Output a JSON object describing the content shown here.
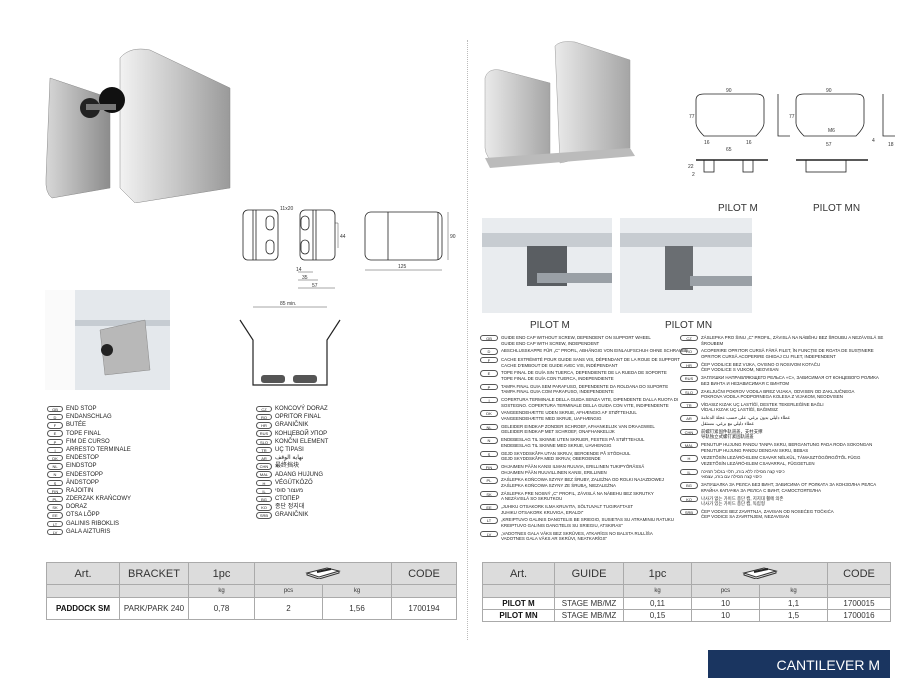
{
  "left": {
    "drawing_dims": {
      "slot": "11x20",
      "height_a": "44",
      "d14": "14",
      "d35": "35",
      "d57": "57",
      "width": "125",
      "height": "90",
      "min": "85 min."
    },
    "names": [
      [
        "GB",
        "END STOP"
      ],
      [
        "D",
        "ENDANSCHLAG"
      ],
      [
        "F",
        "BUTÉE"
      ],
      [
        "E",
        "TOPE FINAL"
      ],
      [
        "P",
        "FIM DE CURSO"
      ],
      [
        "I",
        "ARRESTO TERMINALE"
      ],
      [
        "DK",
        "ENDESTOP"
      ],
      [
        "NL",
        "EINDSTOP"
      ],
      [
        "N",
        "ENDESTOPP"
      ],
      [
        "S",
        "ÄNDSTOPP"
      ],
      [
        "FIN",
        "RAJOITIN"
      ],
      [
        "PL",
        "ZDERZAK KRAŃCOWY"
      ],
      [
        "SK",
        "DORAZ"
      ],
      [
        "EE",
        "OTSA LÕPP"
      ],
      [
        "LT",
        "GALINIS RIBOKLIS"
      ],
      [
        "LV",
        "GALA AIZTURIS"
      ]
    ],
    "names2": [
      [
        "CZ",
        "KONCOVÝ DORAZ"
      ],
      [
        "RO",
        "OPRITOR FINAL"
      ],
      [
        "HR",
        "GRANIČNIK"
      ],
      [
        "RUS",
        "КОНЦЕВОЙ УПОР"
      ],
      [
        "SLO",
        "KONČNI ELEMENT"
      ],
      [
        "TR",
        "UÇ TIPASI"
      ],
      [
        "AR",
        "نهاية الوقف"
      ],
      [
        "CHN",
        "最终挡块"
      ],
      [
        "MAL",
        "ADANG HUJUNG"
      ],
      [
        "H",
        "VÉGÜTKÖZŐ"
      ],
      [
        "IL",
        "מעצור סופי"
      ],
      [
        "BG",
        "СТОПЕР"
      ],
      [
        "KO",
        "종단 정지대"
      ],
      [
        "SRB",
        "GRANIČNIK"
      ]
    ],
    "table": {
      "headers": [
        "Art.",
        "BRACKET",
        "1pc",
        "",
        "CODE"
      ],
      "units": [
        "",
        "",
        "kg",
        "pcs",
        "kg",
        ""
      ],
      "rows": [
        [
          "PADDOCK SM",
          "PARK/PARK 240",
          "0,78",
          "2",
          "1,56",
          "1700194"
        ]
      ]
    }
  },
  "right": {
    "photo_labels": [
      "PILOT M",
      "PILOT MN"
    ],
    "drawing_labels": [
      "PILOT M",
      "PILOT MN"
    ],
    "drawing_dims": {
      "w": "90",
      "h": "77",
      "a": "16",
      "b": "16",
      "c": "65",
      "d": "22",
      "e": "2",
      "m6": "M6",
      "f": "57",
      "g": "18",
      "h2": "4"
    },
    "desc1": [
      [
        "GB",
        "GUIDE END CAP WITHOUT SCREW, DEPENDENT ON SUPPORT WHEEL",
        "GUIDE END CAP WITH SCREW, INDEPENDENT"
      ],
      [
        "D",
        "ABSCHLUSSKAPPE FÜR „C\" PROFIL, ABHÄNGIG VON EINLAUFSCHUH OHNE SCHRAUBE",
        ""
      ],
      [
        "F",
        "CACHE EXTRÉMITÉ POUR GUIDE SANS VIS, DÉPENDANT DE LA ROUE DE SUPPORT",
        "CACHE D'EMBOUT DE GUIDE AVEC VIS, INDÉPENDANT"
      ],
      [
        "E",
        "TOPE FINAL DE GUÍA SIN TUERCA, DEPENDIENTE DE LA RUEDA DE SOPORTE",
        "TOPE FINAL DE GUÍA CON TUERCA, INDEPENDIENTE"
      ],
      [
        "P",
        "TAMPA FINAL GUIA SEM PARAFUSO, DEPENDENTE DA ROLDANA DO SUPORTE",
        "TAMPA FINAL GUIA COM PARAFUSO, INDEPENDENTE"
      ],
      [
        "I",
        "COPERTURA TERMINALE DELLA GUIDA SENZA VITE, DIPENDENTE DALLA RUOTA DI",
        "SOSTEGNO. COPERTURA TERMINALE DELLA GUIDA CON VITE, INDIPENDENTE"
      ],
      [
        "DK",
        "VANGEENDEHÆTTE UDEN SKRUE, AFHÆNGIG AF STØTTEHJUL",
        "VANGEENDEHÆTTE MED SKRUE, UAFHÆNGIG"
      ],
      [
        "NL",
        "GELEIDER EINDKAP ZONDER SCHROEF, AFHANKELIJK VAN DRAAGWIEL",
        "GELEIDER EINDKAP MET SCHROEF, ONAFHANKELIJK"
      ],
      [
        "N",
        "ENDEBESLAG TIL SKINNE UTEN SKRUER, FESTES PÅ STØTTEHJUL",
        "ENDEBESLAG TIL SKINNE MED SKRUE, UAVHENGIG"
      ],
      [
        "S",
        "GEJD SKYDDSKÅPA UTAN SKRUV, BEROENDE PÅ STÖDHJUL",
        "GEJD SKYDDSKÅPA MED SKRUV, OBEROENDE"
      ],
      [
        "FIN",
        "OHJAIMEN PÄÄN KANSI ILMAN RUUVIA, ERILLINEN TUKIPYÖRÄSSÄ",
        "OHJAIMEN PÄÄN RUUVILLINEN KANSI, ERILLINEN"
      ],
      [
        "PL",
        "ZAŚLEPKA KOŃCOWA SZYNY BEZ ŚRUBY, ZALEŻNA OD ROLKI NAJAZDOWEJ",
        "ZAŚLEPKA KOŃCOWA SZYNY ZE ŚRUBĄ, NIEZALEŻNA"
      ],
      [
        "SK",
        "ZÁSLEPKA PRE NOSNÝ „C\" PROFIL, ZÁVISLÁ NA NÁBEHU BEZ SKRUTKY",
        "A NEZÁVISLÁ SO SKRUTKOU"
      ],
      [
        "EE",
        "„JUHIKU OTSAKORK ILMA KRUVITA, SÕLTUVALT TUGIRATTAST",
        "JUHIKU OTSAKORK KRUVIGA, ERALDI\""
      ],
      [
        "LT",
        "„KREIPTUVO GALINIS DANGTELIS BE SRIEGIO, SUSIETAS SU ATRAMINIU RATUKU",
        "KREIPTUVO GALINIS DANGTELIS SU SRIEGIU, ATSKIRAS\""
      ],
      [
        "LV",
        "„VADOTNES GALA VĀKS BEZ SKRŪVES, ATKARĪGS NO BALSTA RULLĪŠA",
        "VADOTNES GALA VĀKS AR SKRŪVI, NEATKARĪGS\""
      ]
    ],
    "desc2": [
      [
        "CZ",
        "ZÁSLEPKA PRO ŠINU „C\" PROFIL, ZÁVISLÁ NA NÁBĚHU BEZ ŠROUBU A NEZÁVISLÁ SE",
        "ŠROUBEM"
      ],
      [
        "RO",
        "ACOPERIRE OPRITOR CURSĂ FĂRĂ FILET, ÎN FUNCȚIE DE ROATA DE SUSȚINERE",
        "OPRITOR CURSĂ ACOPERIRE GHIDAJ CU FILET, INDEPENDENT"
      ],
      [
        "HR",
        "ČEP VODILICE BEZ VIJKA, OVISNO O NOSIVOM KOTAČU",
        "ČEP VODILICE S VIJKOM, NEOVISAN"
      ],
      [
        "RUS",
        "ЗАГЛУШКИ НАПРАВЛЯЮЩЕГО РЕЛЬСА «С», ЗАВИСИМАЯ ОТ КОНЦЕВОГО РОЛИКА",
        "БЕЗ ВИНТА И НЕЗАВИСИМАЯ С ВИНТОМ"
      ],
      [
        "SLO",
        "ZAKLJUČNI POKROV VODILA BREZ VIJAKA, ODVISEN OD ZAKLJUČNEGA",
        "POKROVA VODILA PODPORNEGA KOLESA Z VIJAKOM, NEODVISEN"
      ],
      [
        "TR",
        "VİDASIZ KIZAK UÇ LASTİĞİ, DESTEK TEKERLEĞİNE BAĞLI",
        "VİDALI KIZAK UÇ LASTİĞİ, BAĞIMSIZ"
      ],
      [
        "AR",
        "غطاء دليلي بدون برغي، على حسب عجلة الدعامة",
        "غطاء دليلي مع برغي، مستقل"
      ],
      [
        "CHN",
        "前螺钉紧固件轨道盖，支柱支撑",
        "导轨独立式螺钉紧固轨道盖"
      ],
      [
        "MAL",
        "PENUTUP HUJUNG PANDU TANPA SKRU, BERGANTUNG PADA RODA SOKONGAN",
        "PENUTUP HUJUNG PANDU DENGAN SKRU, BEBAS"
      ],
      [
        "H",
        "VEZETŐSÍN LEZÁRÓ-ELEM CSAVAR NÉLKÜL, TÁMASZTÓGÖRGŐTŐL FÜGG",
        "VEZETŐSÍN LEZÁRÓ-ELEM CSAVARRAL, FÜGGETLEN"
      ],
      [
        "IL",
        "כיסוי קצה מסילה ללא בורג, תלוי בגלגל תמיכה",
        "כיסוי קצה מסילה עם בורג, עצמאי"
      ],
      [
        "BG",
        "ЗАПУШАЛКА ЗА РЕЛСА БЕЗ ВИНТ, ЗАВИСИМА ОТ РОЛКАТА ЗА КОНЗОЛНА РЕЛСА",
        "КРАЙНА КАПАЧКА ЗА РЕЛСА С ВИНТ, САМОСТОЯТЕЛНА"
      ],
      [
        "KO",
        "나사가 없는 가이드 종단 캡, 지지대 휠에 의존",
        "나사가 있는 가이드 종단 캡, 독립형"
      ],
      [
        "SRB",
        "ČEP VODICE BEZ ZAVRTNJA, ZAVISAN OD NOSEĆEG TOČKIĆA",
        "ČEP VODICE SA ZAVRTNJEM, NEZAVISAN"
      ]
    ],
    "table": {
      "headers": [
        "Art.",
        "GUIDE",
        "1pc",
        "",
        "CODE"
      ],
      "units": [
        "",
        "",
        "kg",
        "pcs",
        "kg",
        ""
      ],
      "rows": [
        [
          "PILOT M",
          "STAGE MB/MZ",
          "0,11",
          "10",
          "1,1",
          "1700015"
        ],
        [
          "PILOT MN",
          "STAGE MB/MZ",
          "0,15",
          "10",
          "1,5",
          "1700016"
        ]
      ]
    }
  },
  "footer": {
    "banner": "CANTILEVER M",
    "banner_color": "#1a3560"
  }
}
